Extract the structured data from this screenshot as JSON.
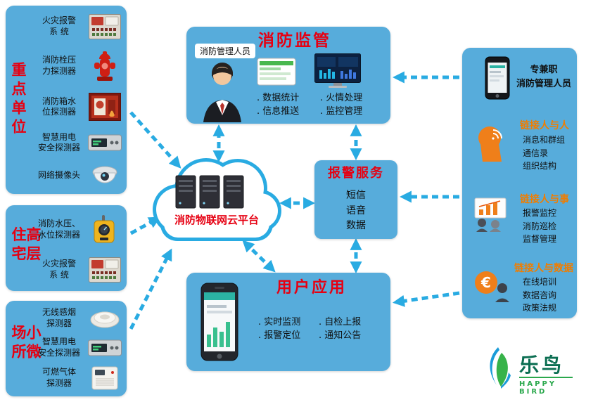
{
  "left_groups": [
    {
      "title": "重点单位",
      "items": [
        {
          "label": "火灾报警\n系  统",
          "icon": "fire-alarm-panel-icon"
        },
        {
          "label": "消防栓压\n力探测器",
          "icon": "hydrant-icon"
        },
        {
          "label": "消防箱水\n位探测器",
          "icon": "fire-cabinet-icon"
        },
        {
          "label": "智慧用电\n安全探测器",
          "icon": "electric-safety-detector-icon"
        },
        {
          "label": "网络摄像头",
          "icon": "network-camera-icon"
        }
      ]
    },
    {
      "title": "高层住宅",
      "items": [
        {
          "label": "消防水压、\n水位探测器",
          "icon": "water-pressure-detector-icon"
        },
        {
          "label": "火灾报警\n系  统",
          "icon": "fire-alarm-panel-icon"
        }
      ]
    },
    {
      "title": "小微场所",
      "items": [
        {
          "label": "无线感烟\n探测器",
          "icon": "smoke-detector-icon"
        },
        {
          "label": "智慧用电\n安全探测器",
          "icon": "electric-safety-detector-icon"
        },
        {
          "label": "可燃气体\n探测器",
          "icon": "gas-detector-icon"
        }
      ]
    }
  ],
  "cloud": {
    "label": "消防物联网云平台"
  },
  "supervision": {
    "person_label": "消防管理人员",
    "title": "消防监管",
    "bullets_left": [
      ". 数据统计",
      ". 信息推送"
    ],
    "bullets_right": [
      ". 火情处理",
      ". 监控管理"
    ]
  },
  "alarm_service": {
    "title": "报警服务",
    "items": [
      "短信",
      "语音",
      "数据"
    ]
  },
  "user_app": {
    "title": "用户应用",
    "bullets_left": [
      ". 实时监测",
      ". 报警定位"
    ],
    "bullets_right": [
      ". 自检上报",
      ". 通知公告"
    ]
  },
  "right_panel": {
    "phone_label": "专兼职\n消防管理人员",
    "sections": [
      {
        "title": "链接人与人",
        "items": [
          "消息和群组",
          "通信录",
          "组织结构"
        ]
      },
      {
        "title": "链接人与事",
        "items": [
          "报警监控",
          "消防巡检",
          "监督管理"
        ]
      },
      {
        "title": "链接人与数据",
        "items": [
          "在线培训",
          "数据咨询",
          "政策法规"
        ]
      }
    ]
  },
  "logo": {
    "name": "乐鸟",
    "subtitle": "HAPPY BIRD"
  },
  "colors": {
    "panel_blue": "#57ACDB",
    "arrow_blue": "#29ABE2",
    "accent_red": "#E60012",
    "accent_orange": "#F07D00"
  }
}
